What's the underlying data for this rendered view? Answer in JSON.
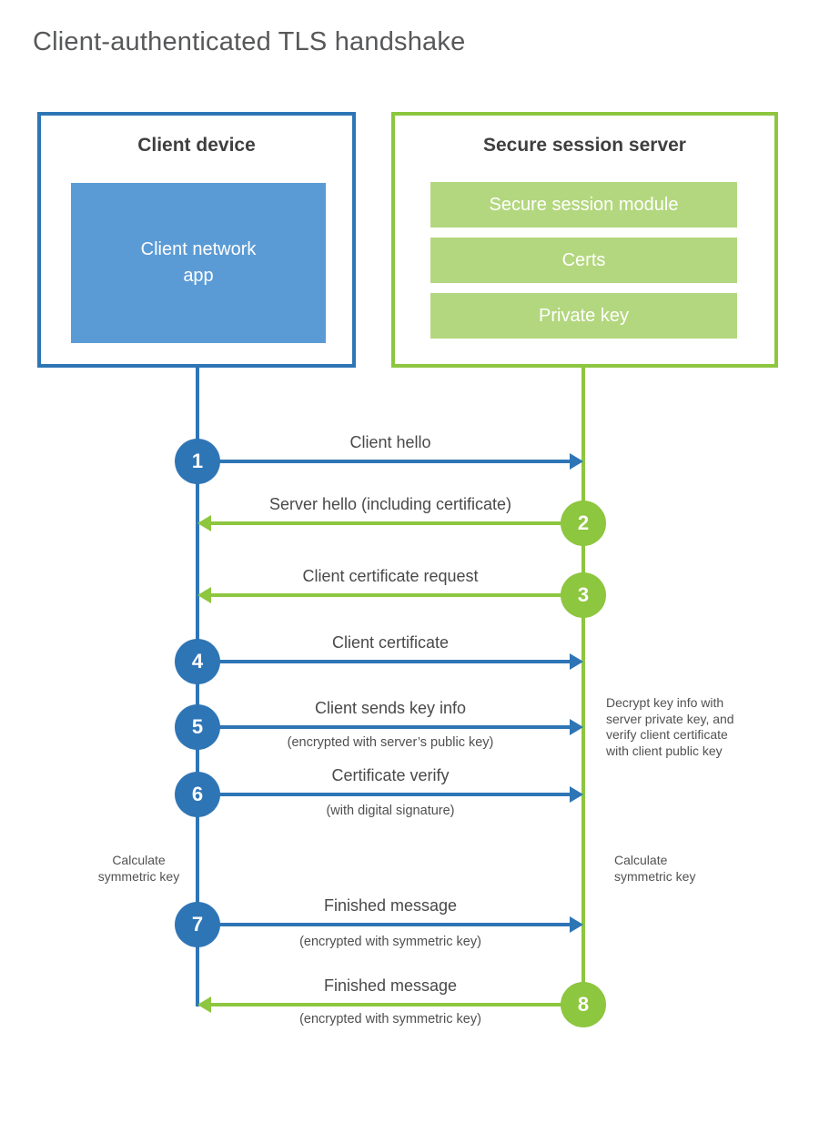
{
  "page": {
    "title": "Client-authenticated TLS handshake"
  },
  "colors": {
    "blue_accent": "#2e75b6",
    "blue_fill": "#5b9bd5",
    "green_accent": "#8dc63f",
    "green_fill": "#b3d77e",
    "text_dark": "#3f3f3f",
    "text_label": "#494949"
  },
  "client_box": {
    "title": "Client device",
    "app_label": "Client network\napp"
  },
  "server_box": {
    "title": "Secure session server",
    "modules": [
      "Secure session module",
      "Certs",
      "Private key"
    ]
  },
  "steps": [
    {
      "num": "1",
      "label": "Client hello",
      "sub": "",
      "direction": "client-to-server"
    },
    {
      "num": "2",
      "label": "Server hello (including certificate)",
      "sub": "",
      "direction": "server-to-client"
    },
    {
      "num": "3",
      "label": "Client certificate request",
      "sub": "",
      "direction": "server-to-client"
    },
    {
      "num": "4",
      "label": "Client certificate",
      "sub": "",
      "direction": "client-to-server"
    },
    {
      "num": "5",
      "label": "Client sends key info",
      "sub": "(encrypted with server’s public key)",
      "direction": "client-to-server"
    },
    {
      "num": "6",
      "label": "Certificate verify",
      "sub": "(with digital signature)",
      "direction": "client-to-server"
    },
    {
      "num": "7",
      "label": "Finished message",
      "sub": "(encrypted with symmetric key)",
      "direction": "client-to-server"
    },
    {
      "num": "8",
      "label": "Finished message",
      "sub": "(encrypted with symmetric key)",
      "direction": "server-to-client"
    }
  ],
  "annotations": {
    "decrypt_note": "Decrypt key info with\nserver private key, and\nverify client certificate\nwith client public key",
    "calc_left": "Calculate\nsymmetric key",
    "calc_right": "Calculate\nsymmetric key"
  }
}
